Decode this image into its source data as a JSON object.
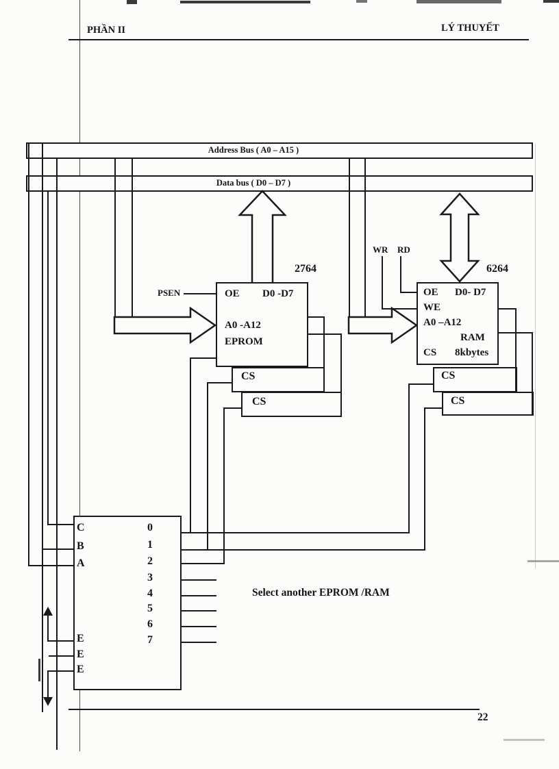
{
  "header": {
    "section": "PHẦN II",
    "title": "LÝ THUYẾT"
  },
  "buses": {
    "address": "Address Bus ( A0 – A15 )",
    "data": "Data bus ( D0 – D7 )"
  },
  "eprom": {
    "part": "2764",
    "oe": "OE",
    "data": "D0 -D7",
    "addr": "A0 -A12",
    "name": "EPROM",
    "psen": "PSEN",
    "cs1": "CS",
    "cs2": "CS"
  },
  "ram": {
    "part": "6264",
    "wr": "WR",
    "rd": "RD",
    "oe": "OE",
    "data": "D0- D7",
    "we": "WE",
    "addr": "A0 –A12",
    "name": "RAM",
    "cs": "CS",
    "size": "8kbytes",
    "cs1": "CS",
    "cs2": "CS"
  },
  "decoder": {
    "in_c": "C",
    "in_b": "B",
    "in_a": "A",
    "e1": "E",
    "e2": "E",
    "e3": "E",
    "outputs": [
      "0",
      "1",
      "2",
      "3",
      "4",
      "5",
      "6",
      "7"
    ]
  },
  "note": "Select another EPROM /RAM",
  "footer": {
    "page": "22"
  }
}
